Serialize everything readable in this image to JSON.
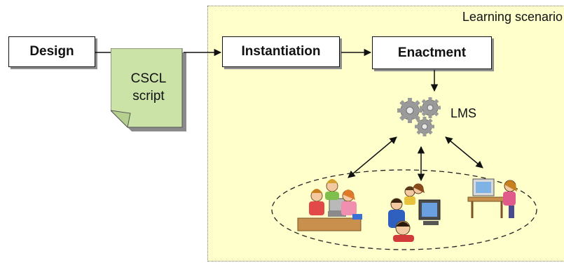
{
  "diagram": {
    "scenario_label": "Learning scenario",
    "design_label": "Design",
    "script_label_line1": "CSCL",
    "script_label_line2": "script",
    "instantiation_label": "Instantiation",
    "enactment_label": "Enactment",
    "lms_label": "LMS"
  },
  "colors": {
    "scenario_bg": "#ffffcc",
    "document_fill": "#cce3a8",
    "box_fill": "#ffffff",
    "gear_fill": "#9a9a9a",
    "line": "#111111"
  },
  "icons": [
    "gears-icon",
    "children-group-icon",
    "students-computer-icon",
    "learner-desk-icon"
  ]
}
